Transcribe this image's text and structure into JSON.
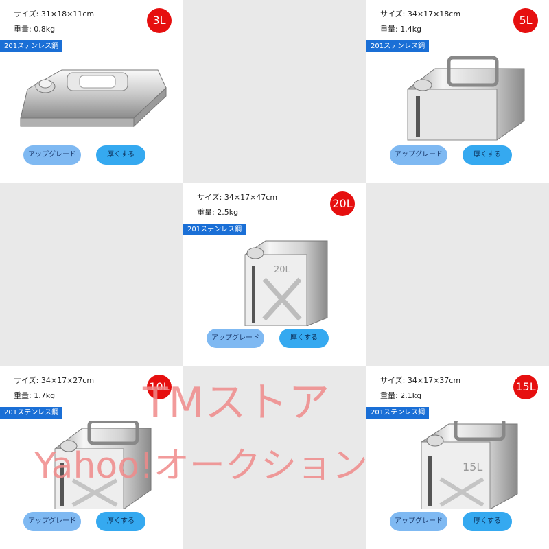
{
  "products": [
    {
      "size": "サイズ: 31×18×11cm",
      "weight": "重量: 0.8kg",
      "material": "201ステンレス鋼",
      "capacity": "3L",
      "can_label": "",
      "btn_upgrade": "アップグレード",
      "btn_thick": "厚くする"
    },
    {
      "size": "サイズ: 34×17×18cm",
      "weight": "重量: 1.4kg",
      "material": "201ステンレス鋼",
      "capacity": "5L",
      "can_label": "",
      "btn_upgrade": "アップグレード",
      "btn_thick": "厚くする"
    },
    {
      "size": "サイズ: 34×17×47cm",
      "weight": "重量: 2.5kg",
      "material": "201ステンレス鋼",
      "capacity": "20L",
      "can_label": "20L",
      "btn_upgrade": "アップグレード",
      "btn_thick": "厚くする"
    },
    {
      "size": "サイズ: 34×17×27cm",
      "weight": "重量: 1.7kg",
      "material": "201ステンレス鋼",
      "capacity": "10L",
      "can_label": "",
      "btn_upgrade": "アップグレード",
      "btn_thick": "厚くする"
    },
    {
      "size": "サイズ: 34×17×37cm",
      "weight": "重量: 2.1kg",
      "material": "201ステンレス鋼",
      "capacity": "15L",
      "can_label": "15L",
      "btn_upgrade": "アップグレード",
      "btn_thick": "厚くする"
    }
  ],
  "watermark": {
    "line1": "TMストア",
    "line2": "Yahoo!オークション"
  },
  "colors": {
    "badge": "#e60f0f",
    "material_tag": "#1a6fd6",
    "button_light": "#7fb9f2",
    "button_blue": "#35a9f0",
    "empty_cell": "#e9e9e9",
    "watermark": "#f08a8a"
  }
}
